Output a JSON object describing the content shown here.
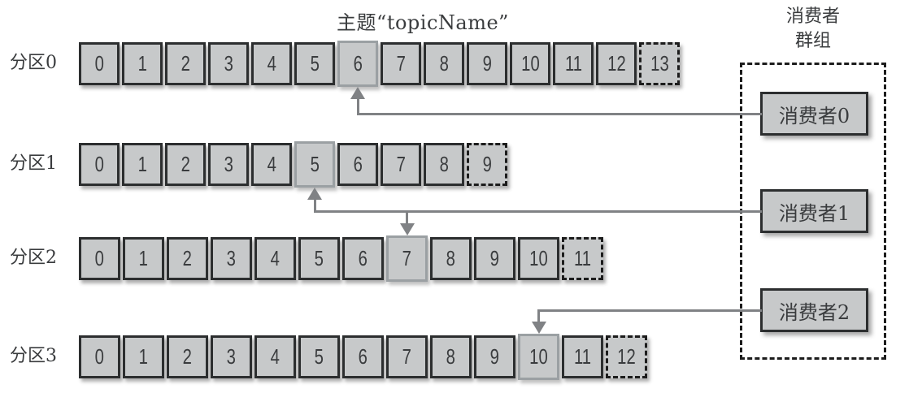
{
  "topic_title": "主题“topicName”",
  "consumer_group": {
    "title_line1": "消费者",
    "title_line2": "群组",
    "consumers": [
      {
        "label": "消费者0"
      },
      {
        "label": "消费者1"
      },
      {
        "label": "消费者2"
      }
    ]
  },
  "partitions": [
    {
      "label": "分区0",
      "cells": [
        "0",
        "1",
        "2",
        "3",
        "4",
        "5",
        "6",
        "7",
        "8",
        "9",
        "10",
        "11",
        "12",
        "13"
      ],
      "highlight_index": 6,
      "dashed_index": 13
    },
    {
      "label": "分区1",
      "cells": [
        "0",
        "1",
        "2",
        "3",
        "4",
        "5",
        "6",
        "7",
        "8",
        "9"
      ],
      "highlight_index": 5,
      "dashed_index": 9
    },
    {
      "label": "分区2",
      "cells": [
        "0",
        "1",
        "2",
        "3",
        "4",
        "5",
        "6",
        "7",
        "8",
        "9",
        "10",
        "11"
      ],
      "highlight_index": 7,
      "dashed_index": 11
    },
    {
      "label": "分区3",
      "cells": [
        "0",
        "1",
        "2",
        "3",
        "4",
        "5",
        "6",
        "7",
        "8",
        "9",
        "10",
        "11",
        "12"
      ],
      "highlight_index": 10,
      "dashed_index": 12
    }
  ],
  "connectors": [
    {
      "consumer": 0,
      "targets": [
        {
          "partition": 0,
          "cell": 6,
          "direction": "up"
        }
      ]
    },
    {
      "consumer": 1,
      "targets": [
        {
          "partition": 1,
          "cell": 5,
          "direction": "up"
        },
        {
          "partition": 2,
          "cell": 7,
          "direction": "down"
        }
      ]
    },
    {
      "consumer": 2,
      "targets": [
        {
          "partition": 3,
          "cell": 10,
          "direction": "down"
        }
      ]
    }
  ],
  "colors": {
    "cell_fill": "#c7c9ca",
    "cell_border": "#2c2e2f",
    "highlight_border": "#9ba0a3",
    "dashed_border": "#1c1c1c",
    "connector": "#808285",
    "text": "#3a3c3e"
  }
}
